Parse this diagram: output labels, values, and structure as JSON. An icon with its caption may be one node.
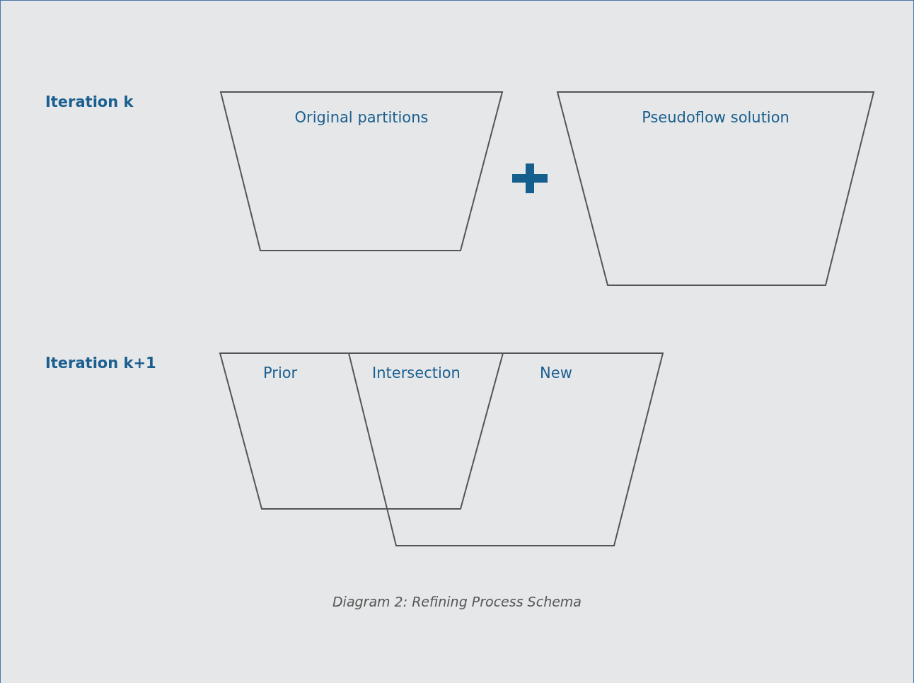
{
  "diagram": {
    "caption": "Diagram 2: Refining Process Schema",
    "nodes": [
      {
        "text": [
          "Original partitions"
        ]
      },
      {
        "text": [
          "Pseudoflow solution"
        ]
      },
      {
        "text": [],
        "shape": "trapezoid"
      },
      {
        "text": [],
        "shape": "trapezoid"
      }
    ],
    "edges": [],
    "labels": [
      "Iteration k",
      "Iteration k+1",
      "Prior",
      "Intersection",
      "New"
    ]
  }
}
